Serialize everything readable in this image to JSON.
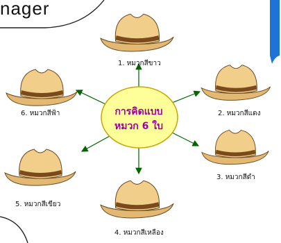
{
  "header": {
    "title_fragment": "nager"
  },
  "center": {
    "line1": "การคิดแบบ",
    "line2": "หมวก 6 ใบ"
  },
  "hats": [
    {
      "label": "1. หมวกสีขาว"
    },
    {
      "label": "2. หมวกสีแดง"
    },
    {
      "label": "3. หมวกสีดำ"
    },
    {
      "label": "4. หมวกสีเหลือง"
    },
    {
      "label": "5. หมวกสีเขียว"
    },
    {
      "label": "6. หมวกสีฟ้า"
    }
  ],
  "colors": {
    "ellipse_fill": "#ffff99",
    "ellipse_stroke": "#c9a300",
    "arrow": "#006400",
    "center_text": "#a0009e",
    "hat_fill": "#f1cf8b",
    "hat_band": "#7a4a1c",
    "accent_bar": "#1e73d6"
  }
}
